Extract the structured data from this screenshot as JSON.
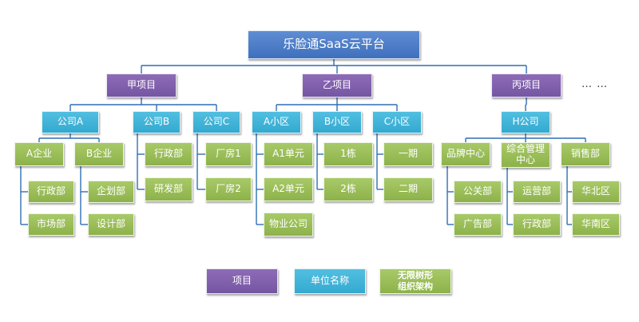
{
  "root": "乐脸通SaaS云平台",
  "projects": {
    "p1": "甲项目",
    "p2": "乙项目",
    "p3": "丙项目"
  },
  "ellipsis": "… …",
  "companies": {
    "a": "公司A",
    "b": "公司B",
    "c": "公司C",
    "za": "A小区",
    "zb": "B小区",
    "zc": "C小区",
    "h": "H公司"
  },
  "level3": {
    "ent_a": "A企业",
    "ent_b": "B企业",
    "b_admin": "行政部",
    "b_rd": "研发部",
    "c_f1": "厂房1",
    "c_f2": "厂房2",
    "za_u1": "A1单元",
    "za_u2": "A2单元",
    "za_pm": "物业公司",
    "zb_1": "1栋",
    "zb_2": "2栋",
    "zc_1": "一期",
    "zc_2": "二期",
    "h_brand": "品牌中心",
    "h_mgmt": "综合管理中心",
    "h_sales": "销售部"
  },
  "level4": {
    "a_admin": "行政部",
    "a_market": "市场部",
    "b_plan": "企划部",
    "b_design": "设计部",
    "brand_pr": "公关部",
    "brand_ad": "广告部",
    "mgmt_ops": "运营部",
    "mgmt_admin": "行政部",
    "sales_north": "华北区",
    "sales_south": "华南区"
  },
  "legend": {
    "project": "项目",
    "unit": "单位名称",
    "tree_line1": "无限树形",
    "tree_line2": "组织架构"
  },
  "colors": {
    "root": "#4a7cc7",
    "project": "#7f5fac",
    "unit": "#3fb3d8",
    "leaf": "#9bbd58",
    "connector": "#2f6fb3"
  }
}
